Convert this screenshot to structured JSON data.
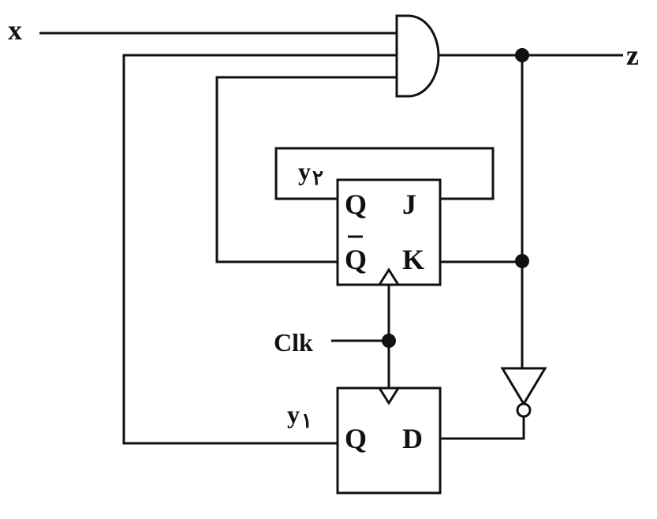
{
  "signals": {
    "x": "x",
    "z": "z",
    "clk": "Clk",
    "y1": "y",
    "y1_sub": "١",
    "y2": "y",
    "y2_sub": "٢"
  },
  "jk_flipflop": {
    "q": "Q",
    "q_bar": "Q",
    "j": "J",
    "k": "K"
  },
  "d_flipflop": {
    "q": "Q",
    "d": "D"
  },
  "colors": {
    "line": "#111111",
    "background": "#ffffff"
  }
}
